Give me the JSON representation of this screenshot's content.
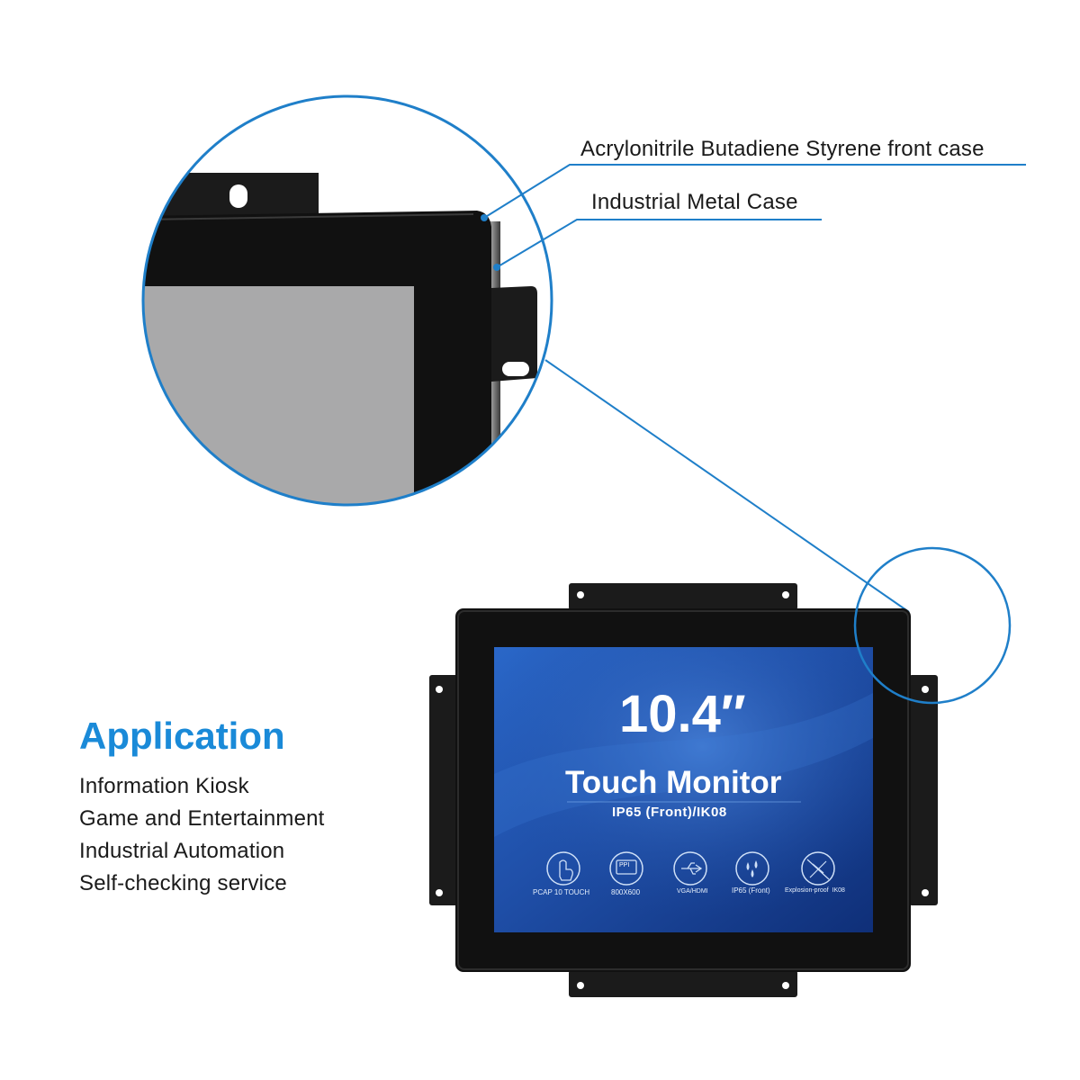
{
  "callouts": {
    "front_case": "Acrylonitrile Butadiene Styrene front case",
    "metal_case": "Industrial Metal Case"
  },
  "application": {
    "title": "Application",
    "items": [
      "Information Kiosk",
      "Game and Entertainment",
      "Industrial Automation",
      "Self-checking service"
    ]
  },
  "screen": {
    "size": "10.4″",
    "product": "Touch Monitor",
    "rating": "IP65 (Front)/IK08",
    "features": [
      {
        "icon": "touch-hand-icon",
        "label": "PCAP 10 TOUCH"
      },
      {
        "icon": "ppi-monitor-icon",
        "label": "800X600",
        "icon_text": "PPI"
      },
      {
        "icon": "usb-icon",
        "label": "VGA/HDMI"
      },
      {
        "icon": "water-drops-icon",
        "label": "IP65 (Front)"
      },
      {
        "icon": "explosion-proof-icon",
        "label": "Explosion-proof  IK08"
      }
    ]
  },
  "colors": {
    "accent": "#1a8ad8",
    "callout_line": "#1f7fc9",
    "bezel": "#141414",
    "screen": "#1f57b4"
  }
}
